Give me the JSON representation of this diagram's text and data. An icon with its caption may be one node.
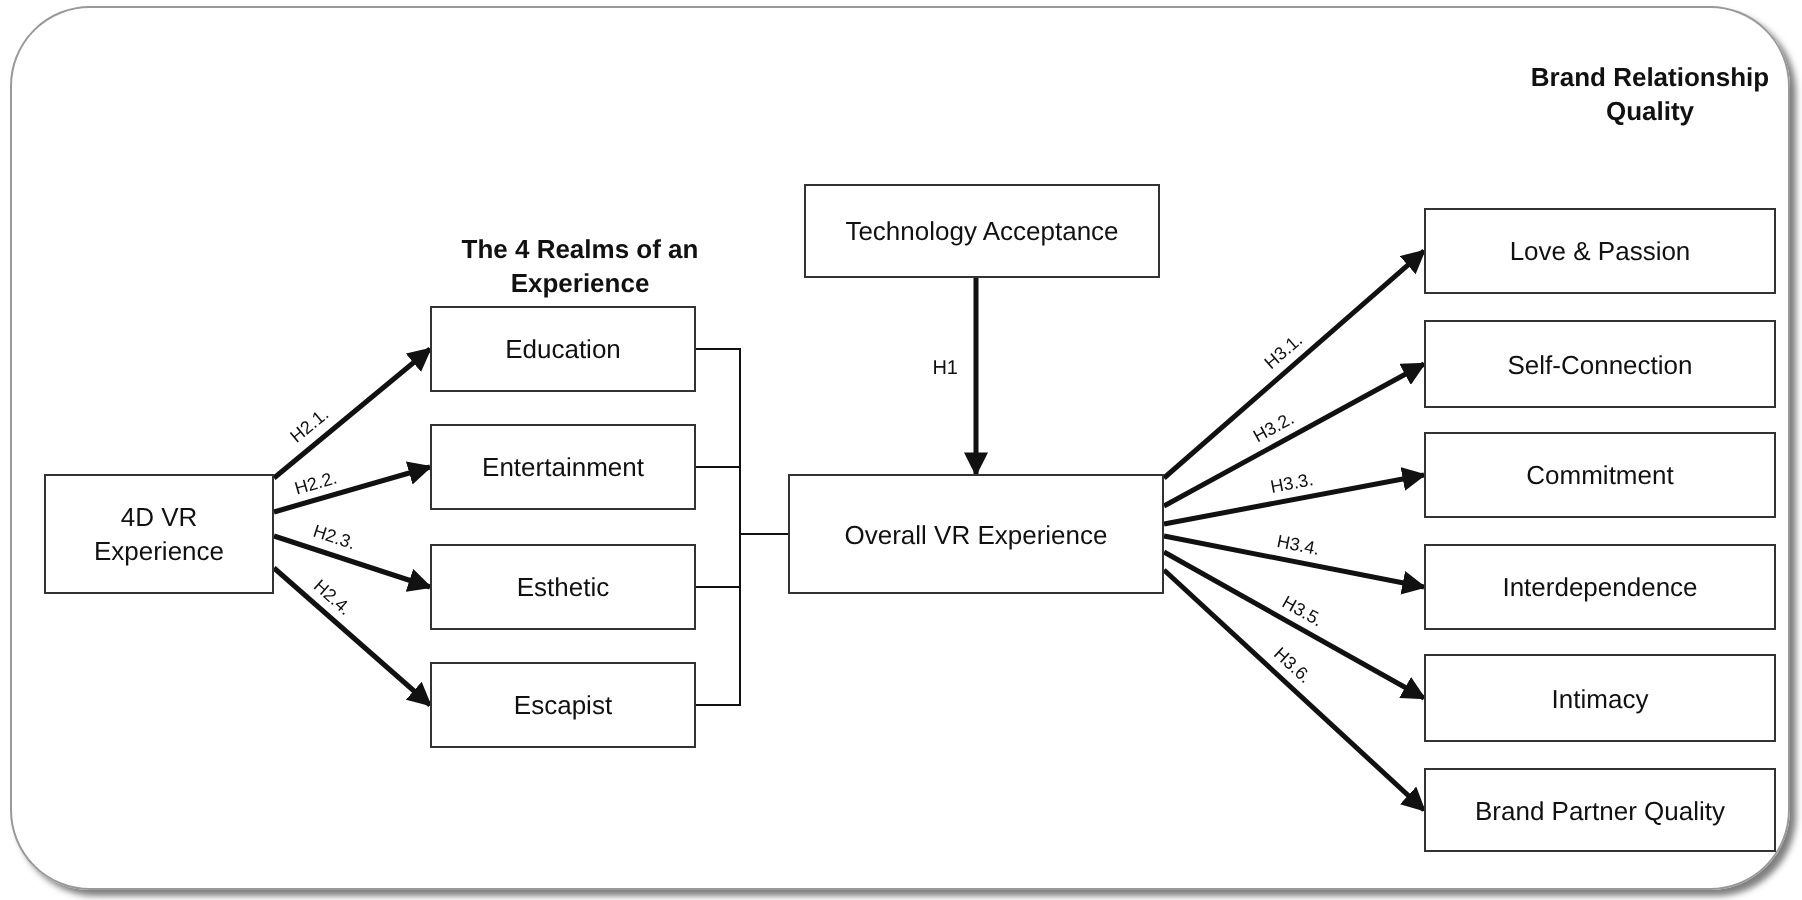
{
  "diagram": {
    "nodes": [
      {
        "text": [
          "4D VR Experience"
        ]
      },
      {
        "text": [
          "Education"
        ]
      },
      {
        "text": [
          "Entertainment"
        ]
      },
      {
        "text": [
          "Esthetic"
        ]
      },
      {
        "text": [
          "Escapist"
        ]
      },
      {
        "text": [
          "Technology Acceptance"
        ]
      },
      {
        "text": [
          "Overall VR Experience"
        ]
      },
      {
        "text": [
          "Love & Passion"
        ]
      },
      {
        "text": [
          "Self-Connection"
        ]
      },
      {
        "text": [
          "Commitment"
        ]
      },
      {
        "text": [
          "Interdependence"
        ]
      },
      {
        "text": [
          "Intimacy"
        ]
      },
      {
        "text": [
          "Brand Partner Quality"
        ]
      }
    ],
    "edges": [
      {
        "from": 0,
        "to": 1,
        "arrow": "to",
        "label": "H2.1."
      },
      {
        "from": 0,
        "to": 2,
        "arrow": "to",
        "label": "H2.2."
      },
      {
        "from": 0,
        "to": 3,
        "arrow": "to",
        "label": "H2.3."
      },
      {
        "from": 0,
        "to": 4,
        "arrow": "to",
        "label": "H2.4."
      },
      {
        "from": 1,
        "to": 6,
        "arrow": "none"
      },
      {
        "from": 2,
        "to": 6,
        "arrow": "none"
      },
      {
        "from": 3,
        "to": 6,
        "arrow": "none"
      },
      {
        "from": 4,
        "to": 6,
        "arrow": "none"
      },
      {
        "from": 5,
        "to": 6,
        "arrow": "to",
        "label": "H1"
      },
      {
        "from": 6,
        "to": 7,
        "arrow": "to",
        "label": "H3.1."
      },
      {
        "from": 6,
        "to": 8,
        "arrow": "to",
        "label": "H3.2."
      },
      {
        "from": 6,
        "to": 9,
        "arrow": "to",
        "label": "H3.3."
      },
      {
        "from": 6,
        "to": 10,
        "arrow": "to",
        "label": "H3.4."
      },
      {
        "from": 6,
        "to": 11,
        "arrow": "to",
        "label": "H3.5."
      },
      {
        "from": 6,
        "to": 12,
        "arrow": "to",
        "label": "H3.6."
      }
    ],
    "labels": [
      "The 4 Realms of an Experience",
      "Brand Relationship Quality"
    ]
  }
}
